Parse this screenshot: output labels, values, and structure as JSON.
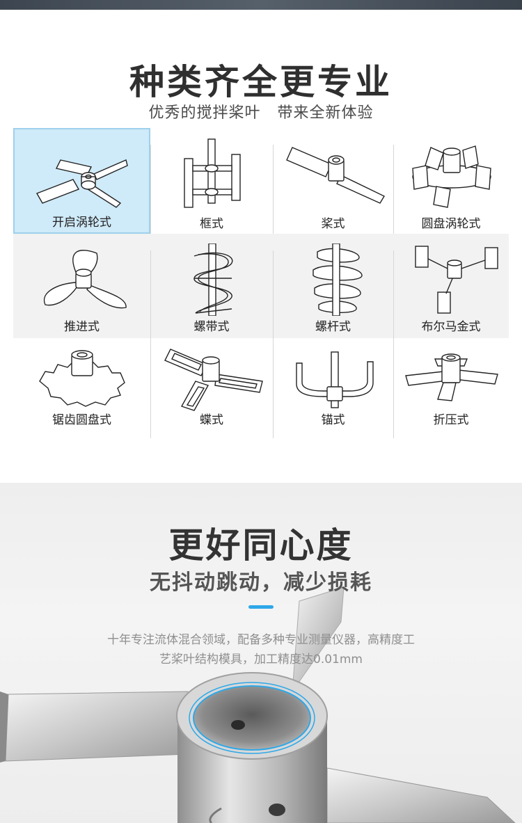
{
  "section1": {
    "title": "种类齐全更专业",
    "subtitle": "优秀的搅拌桨叶   带来全新体验",
    "selected_color": "#cfeaf8",
    "items": [
      {
        "label": "开启涡轮式",
        "icon": "open-turbine-impeller-icon"
      },
      {
        "label": "框式",
        "icon": "frame-impeller-icon"
      },
      {
        "label": "桨式",
        "icon": "paddle-impeller-icon"
      },
      {
        "label": "圆盘涡轮式",
        "icon": "disc-turbine-impeller-icon"
      },
      {
        "label": "推进式",
        "icon": "propeller-impeller-icon"
      },
      {
        "label": "螺带式",
        "icon": "helical-ribbon-impeller-icon"
      },
      {
        "label": "螺杆式",
        "icon": "screw-impeller-icon"
      },
      {
        "label": "布尔马金式",
        "icon": "brumagin-impeller-icon"
      },
      {
        "label": "锯齿圆盘式",
        "icon": "sawtooth-disc-impeller-icon"
      },
      {
        "label": "蝶式",
        "icon": "butterfly-impeller-icon"
      },
      {
        "label": "锚式",
        "icon": "anchor-impeller-icon"
      },
      {
        "label": "折压式",
        "icon": "pitched-blade-impeller-icon"
      }
    ]
  },
  "section2": {
    "title": "更好同心度",
    "subtitle": "无抖动跳动，减少损耗",
    "accent_color": "#2ea8e8",
    "description": "十年专注流体混合领域，配备多种专业测量仪器，高精度工艺桨叶结构模具，加工精度达0.01mm",
    "photo": "stainless-impeller-hub-photo"
  }
}
